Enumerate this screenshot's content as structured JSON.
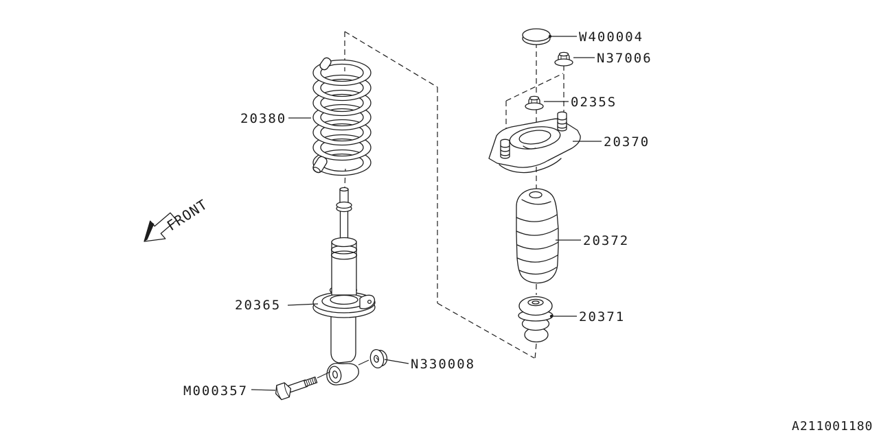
{
  "diagram": {
    "code": "A211001180",
    "front_label": "FRONT",
    "colors": {
      "line": "#1d1d1d",
      "background": "#ffffff"
    },
    "parts": {
      "coil_spring": "20380",
      "shock_absorber": "20365",
      "spring_cap": "W400004",
      "upper_nut": "N37006",
      "mount_nut": "0235S",
      "strut_mount": "20370",
      "dust_cover": "20372",
      "helper_rubber": "20371",
      "lock_nut": "N330008",
      "flange_bolt": "M000357"
    }
  }
}
